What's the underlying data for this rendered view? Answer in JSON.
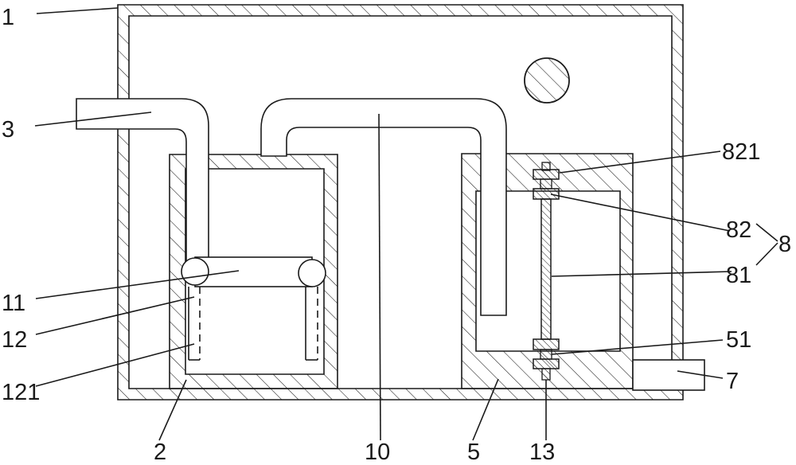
{
  "figure": {
    "labels": {
      "l1": "1",
      "l2": "2",
      "l3": "3",
      "l5": "5",
      "l7": "7",
      "l8": "8",
      "l10": "10",
      "l11": "11",
      "l12": "12",
      "l13": "13",
      "l51": "51",
      "l81": "81",
      "l82": "82",
      "l121": "121",
      "l821": "821"
    },
    "colors": {
      "line": "#1a1a1a",
      "background": "#ffffff"
    }
  }
}
